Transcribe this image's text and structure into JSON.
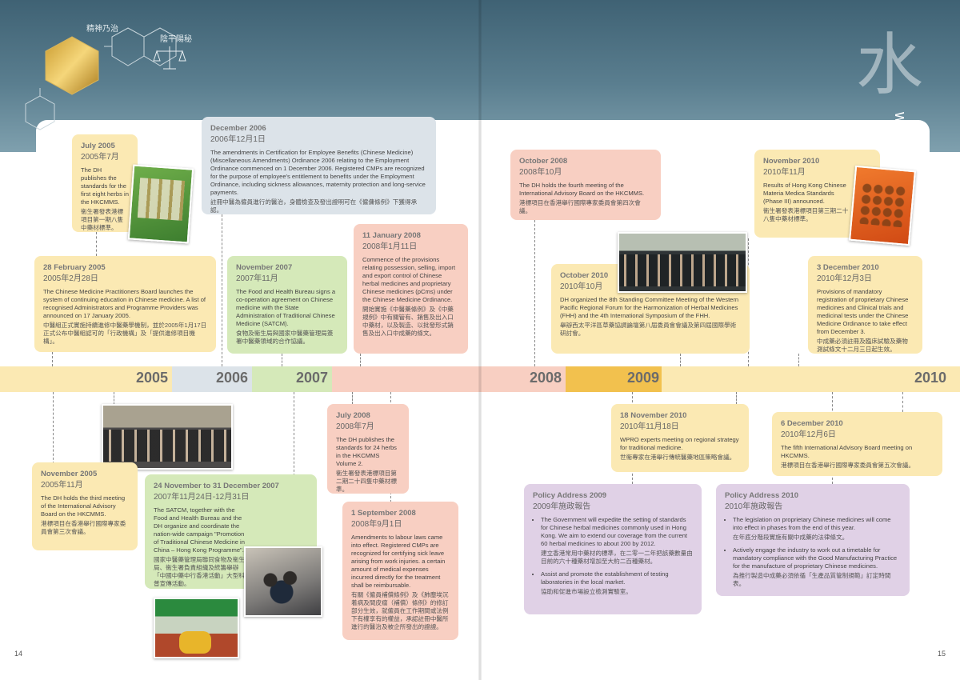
{
  "header": {
    "motto_left": "精神乃治",
    "motto_right": "陰平陽秘",
    "water_char": "水",
    "water_word": "water"
  },
  "timeline": {
    "years": [
      "2005",
      "2006",
      "2007",
      "2008",
      "2009",
      "2010"
    ]
  },
  "cards": {
    "jul2005": {
      "date_en": "July 2005",
      "date_zh": "2005年7月",
      "text": "The DH publishes the standards for the first eight herbs in the HKCMMS.",
      "zh": "衞生署發表港標項目第一期八隻中藥材標準。"
    },
    "feb2005": {
      "date_en": "28 February 2005",
      "date_zh": "2005年2月28日",
      "text": "The Chinese Medicine Practitioners Board launches the system of continuing education in Chinese medicine. A list of recognised Administrators and Programme Providers was announced on 17 January 2005.",
      "zh": "中醫組正式實施持續進修中醫藥學機制，並於2005年1月17日正式公布中醫組認可的「行政機構」及「提供進修項目機構」。"
    },
    "dec2006": {
      "date_en": "December 2006",
      "date_zh": "2006年12月1日",
      "text": "The amendments in Certification for Employee Benefits (Chinese Medicine) (Miscellaneous Amendments) Ordinance 2006 relating to the Employment Ordinance commenced on 1 December 2006. Registered CMPs are recognized for the purpose of employee's entitlement to benefits under the Employment Ordinance, including sickness allowances, maternity protection and long-service payments.",
      "zh": "註冊中醫為僱員進行的醫治，身體檢查及發出證明可在《僱傭條例》下獲得承認。"
    },
    "nov2007": {
      "date_en": "November 2007",
      "date_zh": "2007年11月",
      "text": "The Food and Health Bureau signs a co-operation agreement on Chinese medicine with the State Administration of Traditional Chinese Medicine (SATCM).",
      "zh": "食物及衞生局與國家中醫藥管理局簽署中醫藥領域的合作協議。"
    },
    "jan2008": {
      "date_en": "11 January 2008",
      "date_zh": "2008年1月11日",
      "text": "Commence of the provisions relating possession, selling, import and export control of Chinese herbal medicines and proprietary Chinese medicines (pCms) under the Chinese Medicine Ordinance.",
      "zh": "開始實施《中醫藥條例》及《中藥規例》中有關管有、銷售及出入口中藥材，以及製造、以批發形式銷售及出入口中成藥的條文。"
    },
    "oct2008": {
      "date_en": "October 2008",
      "date_zh": "2008年10月",
      "text": "The DH holds the fourth meeting of the International Advisory Board on the HKCMMS.",
      "zh": "港標項目在香港舉行國際專家委員會第四次會議。"
    },
    "oct2010": {
      "date_en": "October 2010",
      "date_zh": "2010年10月",
      "text": "DH organized the 8th Standing Committee Meeting of the Western Pacific Regional Forum for the Harmonization of Herbal Medicines (FHH) and the 4th International Symposium of the FHH.",
      "zh": "舉辦西太平洋區草藥協調論壇第八屆委員會會議及第四屆國際學術研討會。"
    },
    "nov2010": {
      "date_en": "November 2010",
      "date_zh": "2010年11月",
      "text": "Results of Hong Kong Chinese Materia Medica Standards (Phase III) announced.",
      "zh": "衞生署發表港標項目第三期二十八隻中藥材標準。"
    },
    "dec2010a": {
      "date_en": "3 December 2010",
      "date_zh": "2010年12月3日",
      "text": "Provisions of mandatory registration of proprietary Chinese medicines and Clinical trials and medicinal tests under the Chinese Medicine Ordinance to take effect from December 3.",
      "zh": "中成藥必須註冊及臨床試驗及藥物測試條文十二月三日起生效。"
    },
    "nov2005": {
      "date_en": "November 2005",
      "date_zh": "2005年11月",
      "text": "The DH holds the third meeting of the International Advisory Board on the HKCMMS.",
      "zh": "港標項目在香港舉行國際專家委員會第三次會議。"
    },
    "nov2007b": {
      "date_en": "24 November to 31 December 2007",
      "date_zh": "2007年11月24日-12月31日",
      "text": "The SATCM, together with the Food and Health Bureau and the DH organize and coordinate the nation-wide campaign \"Promotion of Traditional Chinese Medicine in China – Hong Kong Programme\".",
      "zh": "國家中醫藥管理局聯同食物及衞生局、衞生署負責組織及統籌舉辦「中國中藥中行香港活動」大型科普宣傳活動。"
    },
    "jul2008": {
      "date_en": "July 2008",
      "date_zh": "2008年7月",
      "text": "The DH publishes the standards for 24 herbs in the HKCMMS Volume 2.",
      "zh": "衞生署發表港標項目第二期二十四隻中藥材標準。"
    },
    "sep2008": {
      "date_en": "1 September 2008",
      "date_zh": "2008年9月1日",
      "text": "Amendments to labour laws came into effect. Registered CMPs are recognized for certifying sick leave arising from work injuries. a certain amount of medical expenses incurred directly for the treatment shall be reimbursable.",
      "zh": "有關《僱員補償條例》及《肺塵埃沉着病及間皮瘤（補償）條例》的修訂部分生效，就僱員在工作期間或法例下有權享有的權益，承認註冊中醫所進行的醫治及被企所發出的證證。"
    },
    "nov2010b": {
      "date_en": "18 November 2010",
      "date_zh": "2010年11月18日",
      "text": "WPRO experts meeting on regional strategy for traditional medicine.",
      "zh": "世衞專家在港舉行傳統醫藥地區策略會議。"
    },
    "dec2010b": {
      "date_en": "6 December 2010",
      "date_zh": "2010年12月6日",
      "text": "The fifth International Advisory Board meeting on HKCMMS.",
      "zh": "港標項目在香港舉行國際專家委員會第五次會議。"
    }
  },
  "policy2009": {
    "date_en": "Policy Address 2009",
    "date_zh": "2009年施政報告",
    "items": [
      {
        "text": "The Government will expedite the setting of standards for Chinese herbal medicines commonly used in Hong Kong. We aim to extend our coverage from the current 60 herbal medicines to about 200 by 2012.",
        "zh": "建立香港常用中藥材的標準，在二零一二年把該藥數量由目前的六十種藥材增加至大約二百種藥材。"
      },
      {
        "text": "Assist and promote the establishment of testing laboratories in the local market.",
        "zh": "協助和促進市場設立檢測實驗室。"
      }
    ]
  },
  "policy2010": {
    "date_en": "Policy Address 2010",
    "date_zh": "2010年施政報告",
    "items": [
      {
        "text": "The legislation on proprietary Chinese medicines will come into effect in phases from the end of this year.",
        "zh": "在年底分階段實施有關中成藥的法律條文。"
      },
      {
        "text": "Actively engage the industry to work out a timetable for mandatory compliance with the Good Manufacturing Practice for the manufacture of proprietary Chinese medicines.",
        "zh": "為推行製造中成藥必須依循「生產品質管制規範」訂定時間表。"
      }
    ]
  },
  "page_numbers": {
    "left": "14",
    "right": "15"
  },
  "colors": {
    "banner": "#4a6b7c",
    "yellow": "#fbe9b3",
    "green": "#d5e9b9",
    "blue": "#dce3e9",
    "pink": "#f8cfc2",
    "purple": "#e0d1e6",
    "gold": "#f2c14e"
  }
}
